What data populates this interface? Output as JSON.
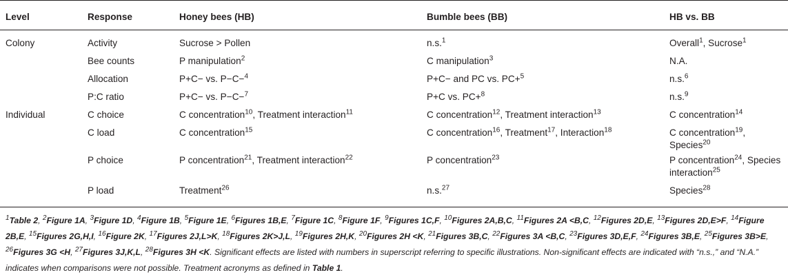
{
  "headers": [
    "Level",
    "Response",
    "Honey bees (HB)",
    "Bumble bees (BB)",
    "HB vs. BB"
  ],
  "rows": [
    {
      "level": "Colony",
      "response": "Activity",
      "hb": [
        {
          "t": "Sucrose > Pollen"
        }
      ],
      "bb": [
        {
          "t": "n.s.",
          "s": "1"
        }
      ],
      "cmp": [
        {
          "t": "Overall",
          "s": "1"
        },
        {
          "t": ", Sucrose",
          "s": "1"
        }
      ]
    },
    {
      "level": "",
      "response": "Bee counts",
      "hb": [
        {
          "t": "P manipulation",
          "s": "2"
        }
      ],
      "bb": [
        {
          "t": "C manipulation",
          "s": "3"
        }
      ],
      "cmp": [
        {
          "t": "N.A."
        }
      ]
    },
    {
      "level": "",
      "response": "Allocation",
      "hb": [
        {
          "t": "P+C− vs. P−C−",
          "s": "4"
        }
      ],
      "bb": [
        {
          "t": "P+C− and PC vs. PC+",
          "s": "5"
        }
      ],
      "cmp": [
        {
          "t": "n.s.",
          "s": "6"
        }
      ]
    },
    {
      "level": "",
      "response": "P:C ratio",
      "hb": [
        {
          "t": "P+C− vs. P−C−",
          "s": "7"
        }
      ],
      "bb": [
        {
          "t": "P+C vs. PC+",
          "s": "8"
        }
      ],
      "cmp": [
        {
          "t": "n.s.",
          "s": "9"
        }
      ]
    },
    {
      "level": "Individual",
      "response": "C choice",
      "hb": [
        {
          "t": "C concentration",
          "s": "10"
        },
        {
          "t": ", Treatment interaction",
          "s": "11"
        }
      ],
      "bb": [
        {
          "t": "C concentration",
          "s": "12"
        },
        {
          "t": ", Treatment interaction",
          "s": "13"
        }
      ],
      "cmp": [
        {
          "t": "C concentration",
          "s": "14"
        }
      ]
    },
    {
      "level": "",
      "response": "C load",
      "hb": [
        {
          "t": "C concentration",
          "s": "15"
        }
      ],
      "bb": [
        {
          "t": "C concentration",
          "s": "16"
        },
        {
          "t": ", Treatment",
          "s": "17"
        },
        {
          "t": ", Interaction",
          "s": "18"
        }
      ],
      "cmp": [
        {
          "t": "C concentration",
          "s": "19"
        },
        {
          "t": ", Species",
          "s": "20"
        }
      ]
    },
    {
      "level": "",
      "response": "P choice",
      "hb": [
        {
          "t": "P concentration",
          "s": "21"
        },
        {
          "t": ", Treatment interaction",
          "s": "22"
        }
      ],
      "bb": [
        {
          "t": "P concentration",
          "s": "23"
        }
      ],
      "cmp": [
        {
          "t": "P concentration",
          "s": "24"
        },
        {
          "t": ", Species interaction",
          "s": "25"
        }
      ]
    },
    {
      "level": "",
      "response": "P load",
      "hb": [
        {
          "t": "Treatment",
          "s": "26"
        }
      ],
      "bb": [
        {
          "t": "n.s.",
          "s": "27"
        }
      ],
      "cmp": [
        {
          "t": "Species",
          "s": "28"
        }
      ]
    }
  ],
  "footnote": {
    "refs": [
      {
        "n": "1",
        "label": "Table 2"
      },
      {
        "n": "2",
        "label": "Figure 1A"
      },
      {
        "n": "3",
        "label": "Figure 1D"
      },
      {
        "n": "4",
        "label": "Figure 1B"
      },
      {
        "n": "5",
        "label": "Figure 1E"
      },
      {
        "n": "6",
        "label": "Figures 1B,E"
      },
      {
        "n": "7",
        "label": "Figure 1C"
      },
      {
        "n": "8",
        "label": "Figure 1F"
      },
      {
        "n": "9",
        "label": "Figures 1C,F"
      },
      {
        "n": "10",
        "label": "Figures 2A,B,C"
      },
      {
        "n": "11",
        "label": "Figures 2A <B,C"
      },
      {
        "n": "12",
        "label": "Figures 2D,E"
      },
      {
        "n": "13",
        "label": "Figures 2D,E>F"
      },
      {
        "n": "14",
        "label": "Figure 2B,E"
      },
      {
        "n": "15",
        "label": "Figures 2G,H,I"
      },
      {
        "n": "16",
        "label": "Figure 2K"
      },
      {
        "n": "17",
        "label": "Figures 2J,L>K"
      },
      {
        "n": "18",
        "label": "Figures 2K>J,L"
      },
      {
        "n": "19",
        "label": "Figures 2H,K"
      },
      {
        "n": "20",
        "label": "Figures 2H <K"
      },
      {
        "n": "21",
        "label": "Figures 3B,C"
      },
      {
        "n": "22",
        "label": "Figures 3A <B,C"
      },
      {
        "n": "23",
        "label": "Figures 3D,E,F"
      },
      {
        "n": "24",
        "label": "Figures 3B,E"
      },
      {
        "n": "25",
        "label": "Figures 3B>E"
      },
      {
        "n": "26",
        "label": "Figures 3G <H"
      },
      {
        "n": "27",
        "label": "Figures 3J,K,L"
      },
      {
        "n": "28",
        "label": "Figures 3H <K"
      }
    ],
    "text_a": "Significant effects are listed with numbers in superscript referring to specific illustrations. Non-significant effects are indicated with “n.s.,” and “N.A.” indicates when comparisons were not possible. Treatment acronyms as defined in ",
    "table_ref": "Table 1",
    "text_b": "."
  }
}
